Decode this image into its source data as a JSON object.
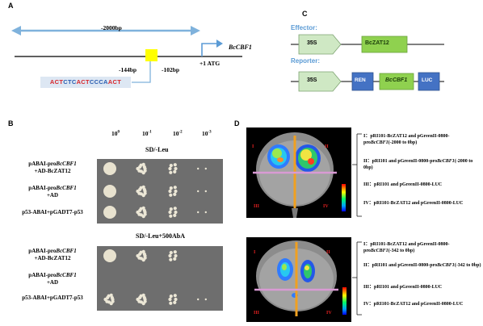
{
  "panels": {
    "a": "A",
    "b": "B",
    "c": "C",
    "d": "D"
  },
  "panel_a": {
    "span_label": "-2000bp",
    "gene": "BcCBF1",
    "atg_label": "+1 ATG",
    "left_site": "-144bp",
    "right_site": "-102bp",
    "seq_parts": [
      {
        "text": "ACT",
        "color": "#d7262c"
      },
      {
        "text": "CTC",
        "color": "#2a5db0"
      },
      {
        "text": "ACT",
        "color": "#d7262c"
      },
      {
        "text": "CCCA",
        "color": "#2a5db0"
      },
      {
        "text": "ACT",
        "color": "#d7262c"
      }
    ]
  },
  "panel_c": {
    "effector_label": "Effector:",
    "reporter_label": "Reporter:",
    "promoter": "35S",
    "effector_gene": "BcZAT12",
    "ren": "REN",
    "reporter_gene": "BcCBF1",
    "luc": "LUC",
    "colors": {
      "promoter": "#cfe8c4",
      "gene": "#8fd14f",
      "box": "#4472c4",
      "label": "#5b9bd5"
    }
  },
  "panel_b": {
    "dilutions": [
      {
        "base": "10",
        "exp": "0"
      },
      {
        "base": "10",
        "exp": "-1"
      },
      {
        "base": "10",
        "exp": "-2"
      },
      {
        "base": "10",
        "exp": "-3"
      }
    ],
    "plate1_title": "SD/-Leu",
    "plate2_title": "SD/-Leu+500AbA",
    "plate1_rows": [
      {
        "pre": "pABAI-pro",
        "gene": "BcCBF1",
        "line2": "+AD-BcZAT12"
      },
      {
        "pre": "pABAI-pro",
        "gene": "BcCBF1",
        "line2": "+AD"
      },
      {
        "pre": "p53-ABAI+pGADT7-p53",
        "gene": "",
        "line2": ""
      }
    ],
    "plate2_rows": [
      {
        "pre": "pABAI-pro",
        "gene": "BcCBF1",
        "line2": "+AD-BcZAT12"
      },
      {
        "pre": "pABAI-pro",
        "gene": "BcCBF1",
        "line2": "+AD"
      },
      {
        "pre": "p53-ABAI+pGADT7-p53",
        "gene": "",
        "line2": ""
      }
    ]
  },
  "panel_d": {
    "quadrants": [
      "I",
      "II",
      "III",
      "IV"
    ],
    "legend_top": [
      {
        "num": "I：",
        "text": "pRI101-BcZAT12 and pGreenII-0800-pro",
        "it": "BcCBF1",
        "tail": "(-2000 to 0bp)"
      },
      {
        "num": "II：",
        "text": "pRI101 and pGreenII-0800-pro",
        "it": "BcCBF1",
        "tail": "(-2000 to 0bp)"
      },
      {
        "num": "III：",
        "text": "pRI101 and pGreenII-0800-LUC",
        "it": "",
        "tail": ""
      },
      {
        "num": "IV：",
        "text": "pRI101-BcZAT12 and pGreenII-0800-LUC",
        "it": "",
        "tail": ""
      }
    ],
    "legend_bottom": [
      {
        "num": "I：",
        "text": "pRI101-BcZAT12 and pGreenII-0800-pro",
        "it": "BcCBF1",
        "tail": "(-342 to 0bp)"
      },
      {
        "num": "II：",
        "text": "pRI101 and pGreenII-0800-pro",
        "it": "BcCBF1",
        "tail": "(-342 to 0bp)"
      },
      {
        "num": "III：",
        "text": "pRI101 and pGreenII-0800-LUC",
        "it": "",
        "tail": ""
      },
      {
        "num": "IV：",
        "text": "pRI101-BcZAT12 and pGreenII-0800-LUC",
        "it": "",
        "tail": ""
      }
    ]
  }
}
